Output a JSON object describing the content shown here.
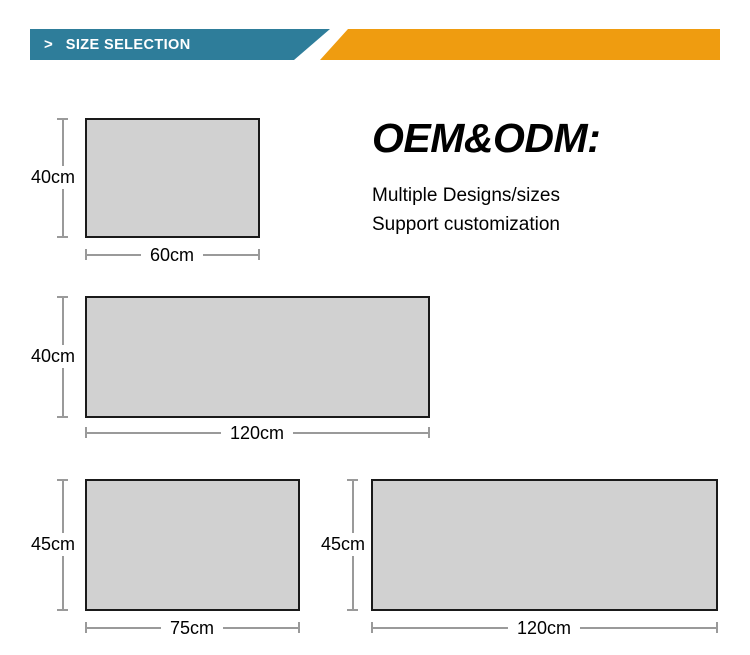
{
  "banner": {
    "chevron_icon": "chevron-right-icon",
    "chevron_glyph": ">",
    "title": "SIZE SELECTION",
    "teal_color": "#2e7d9a",
    "orange_color": "#ef9c10"
  },
  "oem": {
    "title": "OEM&ODM:",
    "line1": "Multiple Designs/sizes",
    "line2": "Support customization"
  },
  "figures": [
    {
      "id": "size-60x40",
      "height_label": "40cm",
      "width_label": "60cm",
      "fill_color": "#d1d1d1",
      "border_color": "#1a1a1a"
    },
    {
      "id": "size-120x40",
      "height_label": "40cm",
      "width_label": "120cm",
      "fill_color": "#d1d1d1",
      "border_color": "#1a1a1a"
    },
    {
      "id": "size-75x45",
      "height_label": "45cm",
      "width_label": "75cm",
      "fill_color": "#d1d1d1",
      "border_color": "#1a1a1a"
    },
    {
      "id": "size-120x45",
      "height_label": "45cm",
      "width_label": "120cm",
      "fill_color": "#d1d1d1",
      "border_color": "#1a1a1a"
    }
  ]
}
